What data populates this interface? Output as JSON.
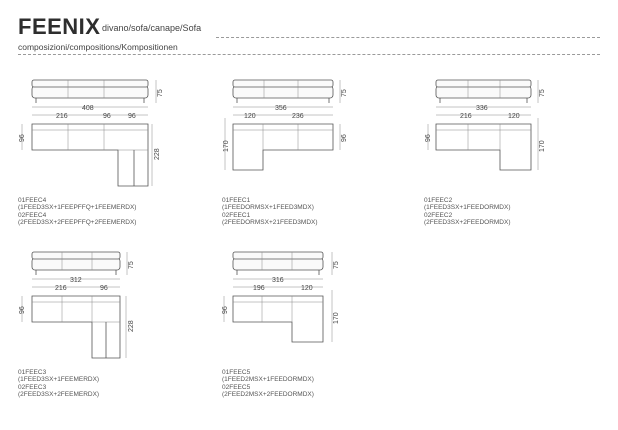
{
  "header": {
    "brand": "FEENIX",
    "subtitle": "divano/sofa/canape/Sofa",
    "caption": "composizioni/compositions/Kompositionen"
  },
  "compositions": [
    {
      "codes": [
        "01FEEC4",
        "(1FEED3SX+1FEEPFFQ+1FEEMERDX)",
        "02FEEC4",
        "(2FEED3SX+2FEEPFFQ+2FEEMERDX)"
      ],
      "dims": {
        "total": "408",
        "parts": [
          "216",
          "96",
          "96"
        ],
        "height": "75",
        "depth": "96",
        "chaise": "228"
      }
    },
    {
      "codes": [
        "01FEEC1",
        "(1FEEDORMSX+1FEED3MDX)",
        "02FEEC1",
        "(2FEEDORMSX+21FEED3MDX)"
      ],
      "dims": {
        "total": "356",
        "parts": [
          "120",
          "236"
        ],
        "height": "75",
        "depth": "96",
        "chaise": "170"
      }
    },
    {
      "codes": [
        "01FEEC2",
        "(1FEED3SX+1FEEDORMDX)",
        "02FEEC2",
        "(2FEED3SX+2FEEDORMDX)"
      ],
      "dims": {
        "total": "336",
        "parts": [
          "216",
          "120"
        ],
        "height": "75",
        "depth": "96",
        "chaise": "170"
      }
    },
    {
      "codes": [
        "01FEEC3",
        "(1FEED3SX+1FEEMERDX)",
        "02FEEC3",
        "(2FEED3SX+2FEEMERDX)"
      ],
      "dims": {
        "total": "312",
        "parts": [
          "216",
          "96"
        ],
        "height": "75",
        "depth": "96",
        "chaise": "228"
      }
    },
    {
      "codes": [
        "01FEEC5",
        "(1FEED2MSX+1FEEDORMDX)",
        "02FEEC5",
        "(2FEED2MSX+2FEEDORMDX)"
      ],
      "dims": {
        "total": "316",
        "parts": [
          "196",
          "120"
        ],
        "height": "75",
        "depth": "96",
        "chaise": "170"
      }
    }
  ]
}
